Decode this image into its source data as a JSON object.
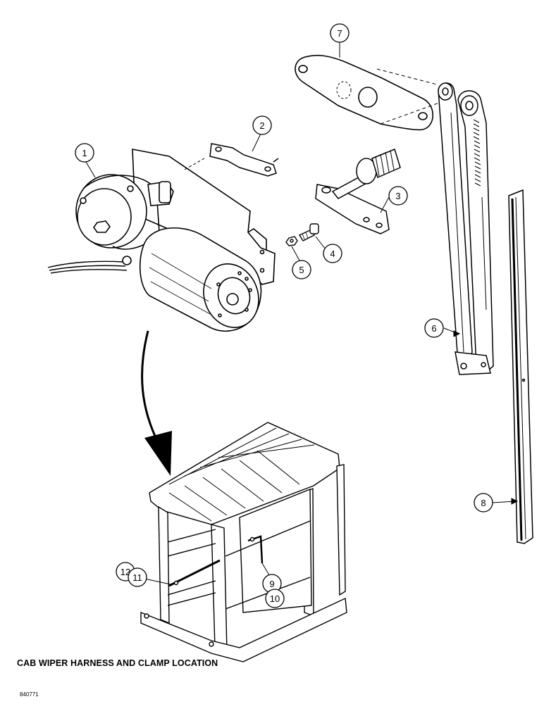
{
  "diagram": {
    "callouts": [
      {
        "id": "1",
        "label": "1"
      },
      {
        "id": "2",
        "label": "2"
      },
      {
        "id": "3",
        "label": "3"
      },
      {
        "id": "4",
        "label": "4"
      },
      {
        "id": "5",
        "label": "5"
      },
      {
        "id": "6",
        "label": "6"
      },
      {
        "id": "7",
        "label": "7"
      },
      {
        "id": "8",
        "label": "8"
      },
      {
        "id": "9",
        "label": "9"
      },
      {
        "id": "10",
        "label": "10"
      },
      {
        "id": "11",
        "label": "11"
      },
      {
        "id": "12",
        "label": "12"
      }
    ],
    "caption": "CAB WIPER HARNESS AND CLAMP LOCATION",
    "figure_id": "840771"
  }
}
